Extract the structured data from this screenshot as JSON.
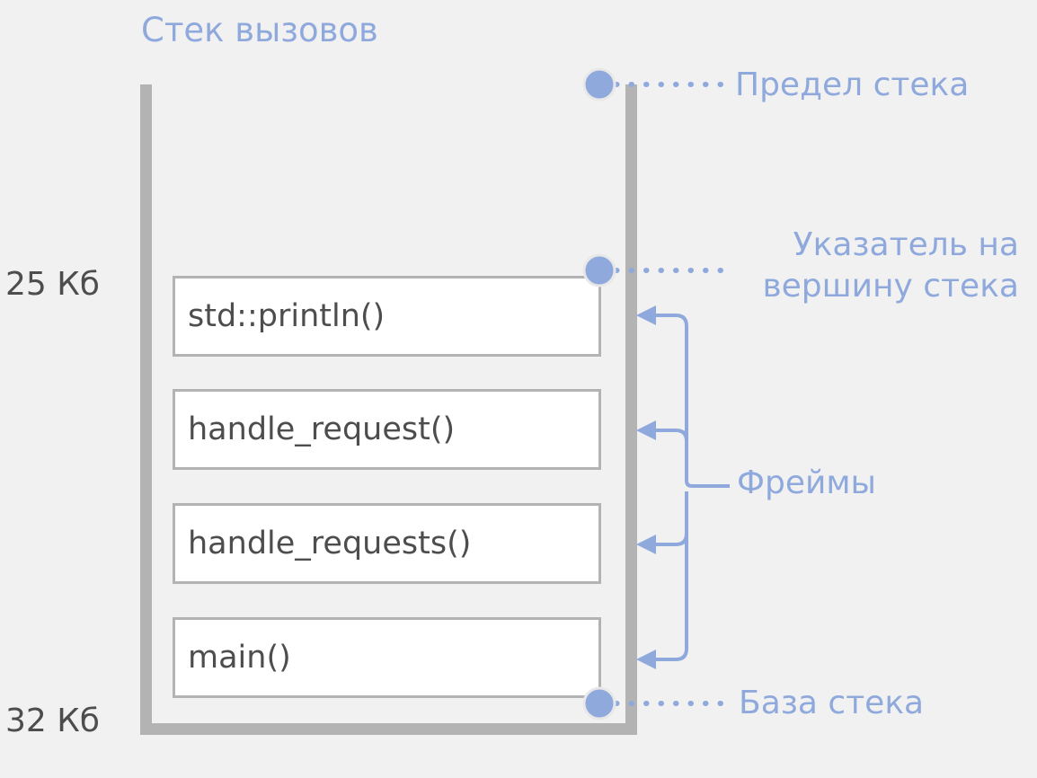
{
  "diagram": {
    "title": "Стек вызовов",
    "background_color": "#f1f1f1",
    "accent_color": "#8fa9dd",
    "wall_color": "#b3b3b3",
    "text_color": "#4d4d4d"
  },
  "size_labels": {
    "top": "25 Кб",
    "bottom": "32 Кб"
  },
  "frames": [
    {
      "label": "std::println()"
    },
    {
      "label": "handle_request()"
    },
    {
      "label": "handle_requests()"
    },
    {
      "label": "main()"
    }
  ],
  "callouts": {
    "stack_limit": "Предел стека",
    "stack_pointer_line1": "Указатель на",
    "stack_pointer_line2": "вершину стека",
    "frames": "Фреймы",
    "stack_base": "База стека"
  }
}
